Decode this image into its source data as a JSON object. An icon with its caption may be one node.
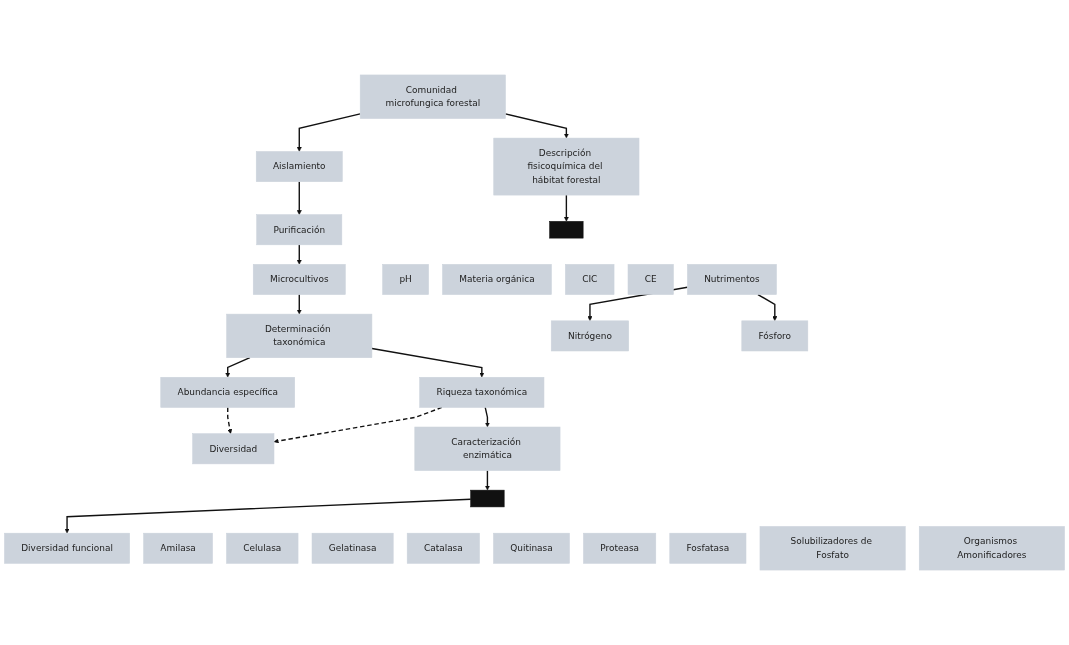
{
  "diagram": {
    "nodes": [
      {
        "text": [
          "Comunidad microfungica forestal"
        ]
      },
      {
        "text": [
          "Aislamiento"
        ]
      },
      {
        "text": [
          "Purificación"
        ]
      },
      {
        "text": [
          "Microcultivos"
        ]
      },
      {
        "text": [
          "Determinación taxonómica"
        ]
      },
      {
        "text": [
          "Abundancia específica"
        ]
      },
      {
        "text": [
          "Riqueza taxonómica"
        ]
      },
      {
        "text": [
          "Diversidad"
        ]
      },
      {
        "text": [
          "Caracterización enzimática"
        ]
      },
      {
        "text": [
          "Diversidad funcional"
        ]
      },
      {
        "text": [
          "Descripción fisicoquímica del hábitat forestal"
        ]
      },
      {
        "text": [],
        "shape": "bar"
      },
      {
        "text": [
          "pH"
        ]
      },
      {
        "text": [
          "Materia orgánica"
        ]
      },
      {
        "text": [
          "CIC"
        ]
      },
      {
        "text": [
          "CE"
        ]
      },
      {
        "text": [
          "Nutrimentos"
        ]
      },
      {
        "text": [
          "Nitrógeno"
        ]
      },
      {
        "text": [
          "Fósforo"
        ]
      },
      {
        "text": [],
        "shape": "bar"
      },
      {
        "text": [
          "Amilasa"
        ]
      },
      {
        "text": [
          "Celulasa"
        ]
      },
      {
        "text": [
          "Gelatinasa"
        ]
      },
      {
        "text": [
          "Catalasa"
        ]
      },
      {
        "text": [
          "Quitinasa"
        ]
      },
      {
        "text": [
          "Proteasa"
        ]
      },
      {
        "text": [
          "Fosfatasa"
        ]
      },
      {
        "text": [
          "Solubilizadores de Fosfato"
        ]
      },
      {
        "text": [
          "Organismos Amonificadores"
        ]
      }
    ],
    "edges": [
      {
        "from": 0,
        "to": 1,
        "arrow": "to"
      },
      {
        "from": 0,
        "to": 10,
        "arrow": "to"
      },
      {
        "from": 1,
        "to": 2,
        "arrow": "to"
      },
      {
        "from": 2,
        "to": 3,
        "arrow": "to"
      },
      {
        "from": 3,
        "to": 4,
        "arrow": "to"
      },
      {
        "from": 4,
        "to": 5,
        "arrow": "to"
      },
      {
        "from": 4,
        "to": 6,
        "arrow": "to"
      },
      {
        "from": 6,
        "to": 7,
        "arrow": "to",
        "style": "dashed"
      },
      {
        "from": 5,
        "to": 7,
        "arrow": "to",
        "style": "dashed"
      },
      {
        "from": 6,
        "to": 8,
        "arrow": "to"
      },
      {
        "from": 8,
        "to": 19,
        "arrow": "to"
      },
      {
        "from": 19,
        "to": 9,
        "arrow": "to"
      },
      {
        "from": 10,
        "to": 11,
        "arrow": "to"
      },
      {
        "from": 16,
        "to": 17,
        "arrow": "to"
      },
      {
        "from": 16,
        "to": 18,
        "arrow": "to"
      }
    ]
  }
}
